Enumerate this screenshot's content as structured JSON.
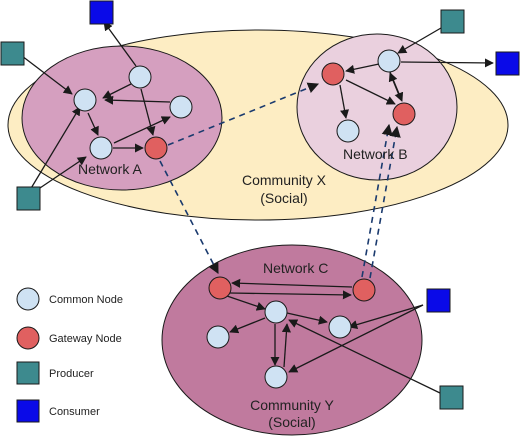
{
  "diagram": {
    "network_a_label": "Network A",
    "network_b_label": "Network B",
    "network_c_label": "Network C",
    "community_x_line1": "Community X",
    "community_x_line2": "(Social)",
    "community_y_line1": "Community Y",
    "community_y_line2": "(Social)"
  },
  "legend": {
    "common_node": "Common Node",
    "gateway_node": "Gateway Node",
    "producer": "Producer",
    "consumer": "Consumer"
  },
  "colors": {
    "community_x_fill": "#fdedc3",
    "community_y_fill": "#c07a9e",
    "network_a_fill": "#d59fbf",
    "network_b_fill": "#ead0de",
    "common_node": "#cfe2f3",
    "gateway_node": "#e06060",
    "producer": "#3d8a8e",
    "consumer": "#0a0ae8"
  }
}
